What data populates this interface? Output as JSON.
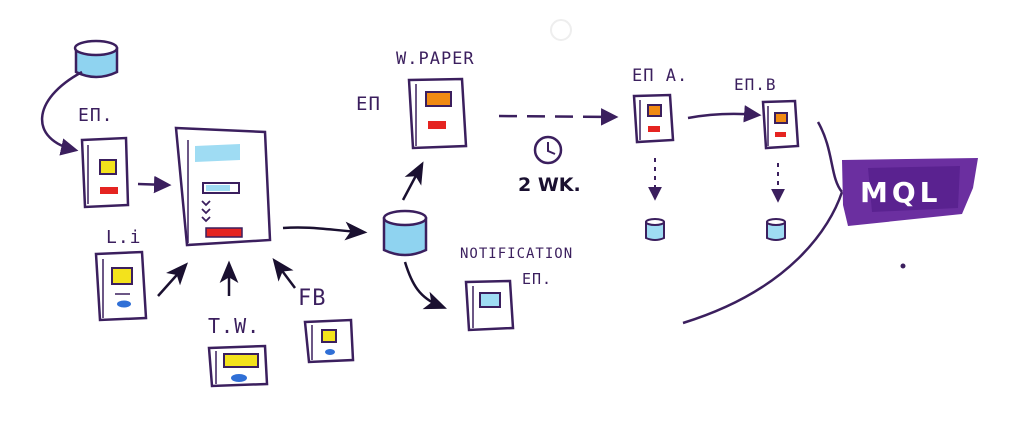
{
  "labels": {
    "em_top": "EП.",
    "li": "L.i",
    "tw": "T.W.",
    "fb": "FB",
    "em_left": "EП",
    "wpaper": "W.PAPER",
    "duration": "2 WK.",
    "notification": "NOTIFICATION",
    "notification_em": "EП.",
    "em_a": "EП A.",
    "em_b": "EП.B",
    "mql": "MQL"
  },
  "colors": {
    "ink": "#3b1f5e",
    "database_fill": "#8fd3f0",
    "yellow": "#f3e21c",
    "red": "#e52421",
    "orange": "#f08a12",
    "blue": "#2f6fd6",
    "light_blue": "#9fdcf3",
    "mql_purple": "#6b2fa0"
  }
}
